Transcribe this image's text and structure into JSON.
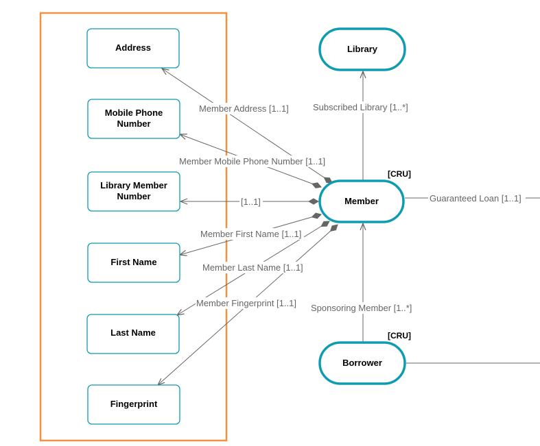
{
  "colors": {
    "teal": "#0f9bb0",
    "highlight": "#f5903e",
    "edge": "#666666",
    "label": "#666666"
  },
  "attributes": {
    "address": "Address",
    "mobile_phone_line1": "Mobile Phone",
    "mobile_phone_line2": "Number",
    "library_member_line1": "Library Member",
    "library_member_line2": "Number",
    "first_name": "First Name",
    "last_name": "Last Name",
    "fingerprint": "Fingerprint"
  },
  "entities": {
    "library": "Library",
    "member": "Member",
    "borrower": "Borrower",
    "member_tag": "[CRU]",
    "borrower_tag": "[CRU]"
  },
  "relations": {
    "member_address": "Member Address [1..1]",
    "member_mobile_phone": "Member Mobile Phone Number [1..1]",
    "member_number": "[1..1]",
    "member_first_name": "Member First Name [1..1]",
    "member_last_name": "Member Last Name [1..1]",
    "member_fingerprint": "Member Fingerprint [1..1]",
    "subscribed_library": "Subscribed Library [1..*]",
    "guaranteed_loan": "Guaranteed Loan [1..1]",
    "sponsoring_member": "Sponsoring Member [1..*]"
  }
}
